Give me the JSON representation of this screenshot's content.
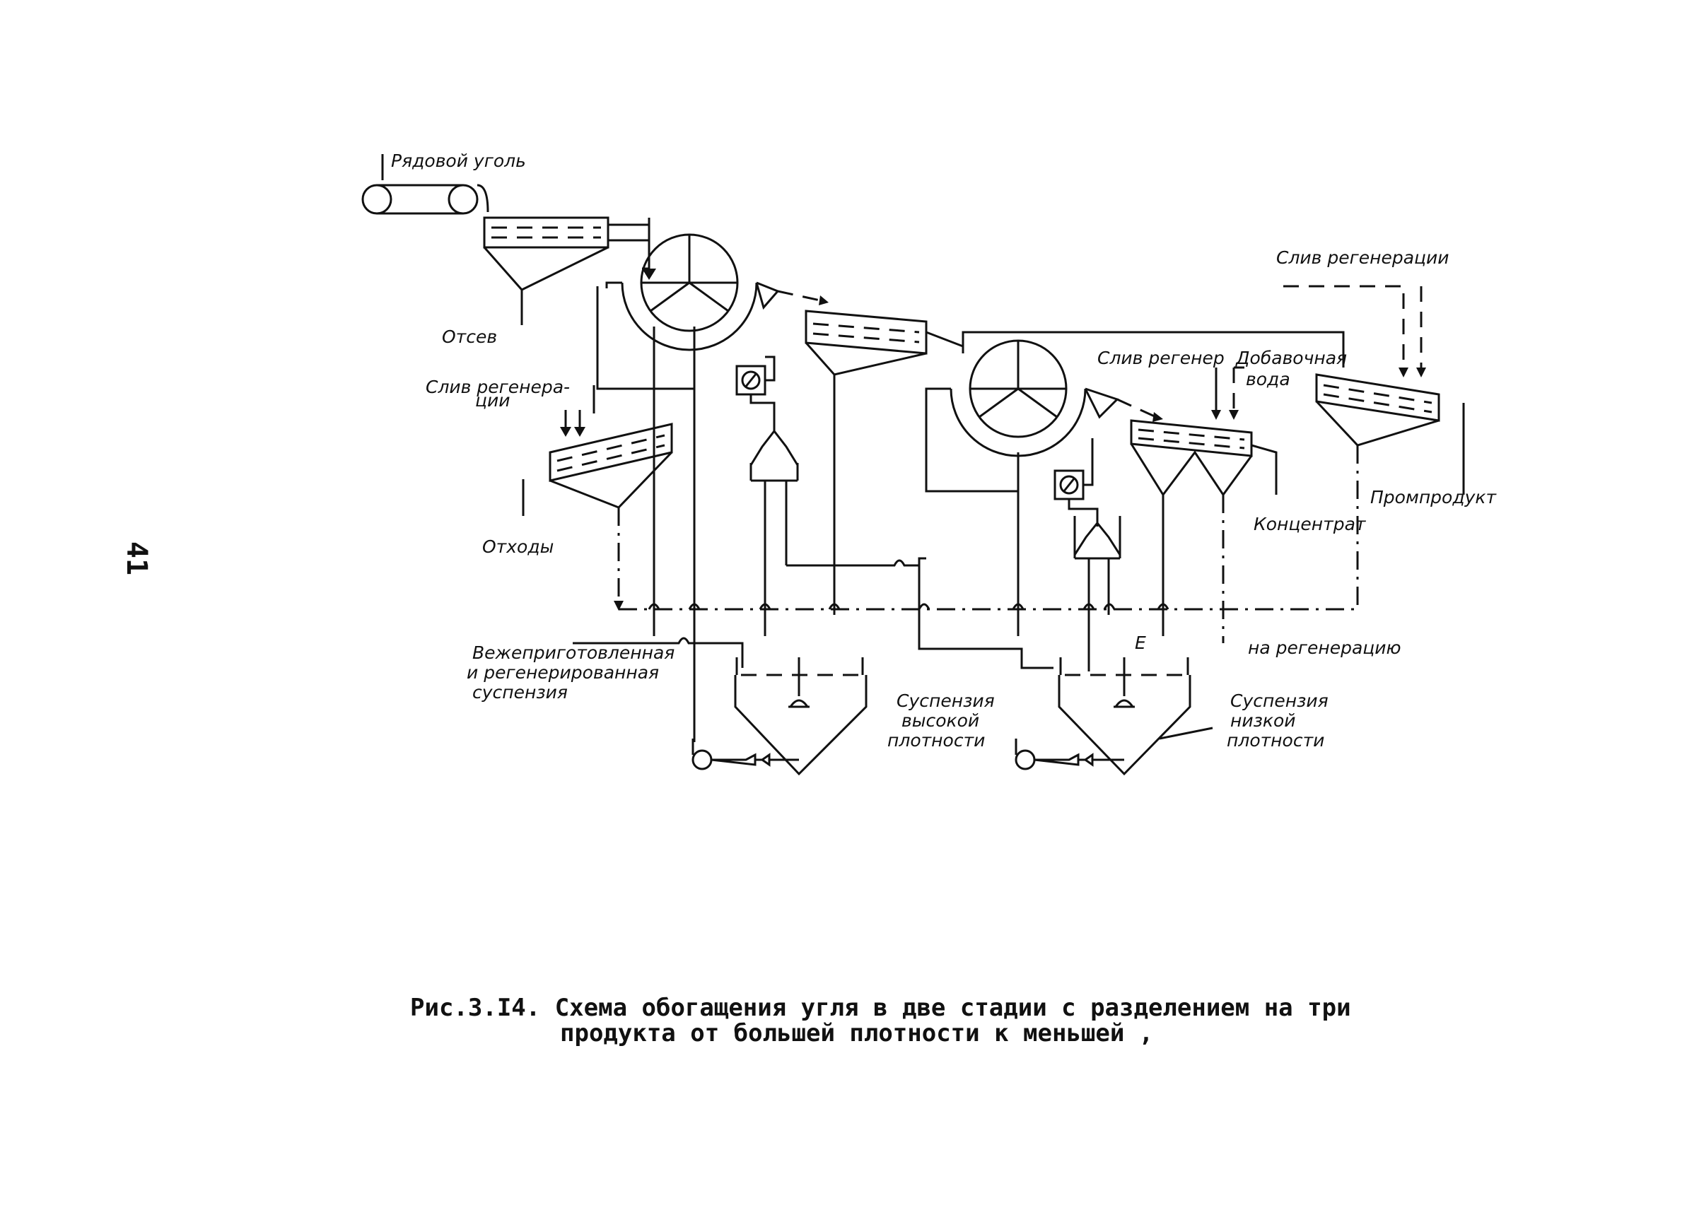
{
  "page_number": "41",
  "labels": {
    "raw_coal": "Рядовой уголь",
    "screenings": "Отсев",
    "regen_drain_left_1": "Слив регенера-",
    "regen_drain_left_2": "ции",
    "waste": "Отходы",
    "fresh_suspension_1": "Вежеприготовленная",
    "fresh_suspension_2": "и регенерированная",
    "fresh_suspension_3": "суспензия",
    "high_density_1": "Суспензия",
    "high_density_2": "высокой",
    "high_density_3": "плотности",
    "regen_drain_top": "Слив регенерации",
    "regen_drain_mid": "Слив регенер",
    "added_water_1": "Добавочная",
    "added_water_2": "вода",
    "concentrate": "Концентрат",
    "middlings": "Промпродукт",
    "to_regeneration": "на регенерацию",
    "low_density_1": "Суспензия",
    "low_density_2": "низкой",
    "low_density_3": "плотности",
    "tank_mark": "E"
  },
  "caption": {
    "line1": "Рис.3.I4. Схема обогащения угля в две стадии с разделением на три",
    "line2": "продукта от большей плотности к меньшей ,"
  }
}
